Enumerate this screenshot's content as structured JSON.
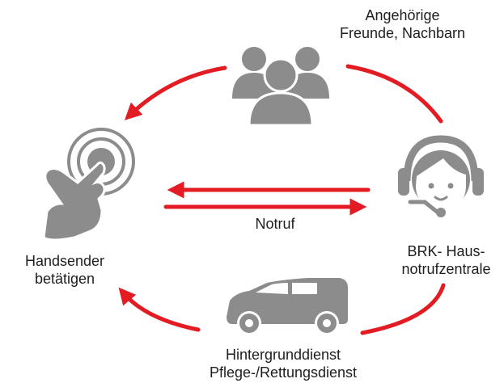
{
  "labels": {
    "relatives": [
      "Angehörige",
      "Freunde, Nachbarn"
    ],
    "handsender": [
      "Handsender",
      "betätigen"
    ],
    "notruf": "Notruf",
    "center": [
      "BRK- Haus-",
      "notrufzentrale"
    ],
    "background_service": [
      "Hintergrunddienst",
      "Pflege-/Rettungsdienst"
    ]
  },
  "icons": {
    "relatives": "people-group-icon",
    "handsender": "hand-press-button-icon",
    "center": "call-center-headset-icon",
    "background_service": "van-icon"
  },
  "colors": {
    "arrow": "#e31b23",
    "icon": "#8c8c8c",
    "text": "#1e1e1e"
  }
}
